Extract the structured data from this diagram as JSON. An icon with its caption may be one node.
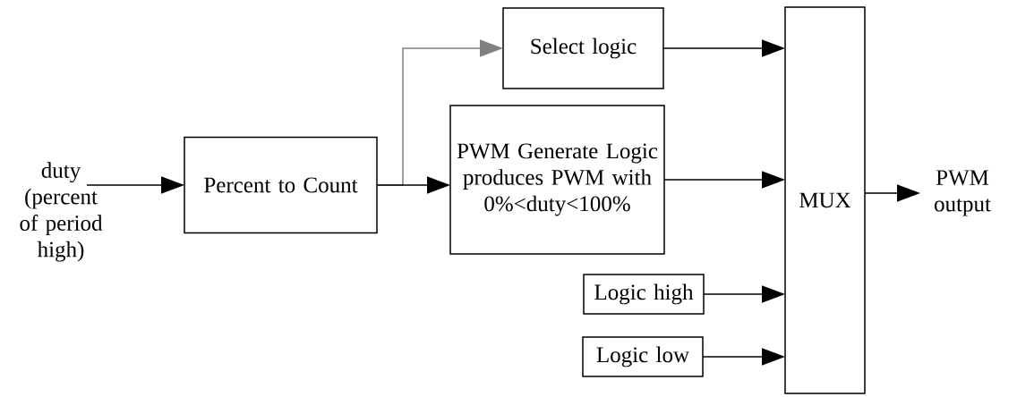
{
  "diagram": {
    "nodes": [
      {
        "text": [
          "duty (percent of period high)"
        ]
      },
      {
        "text": [
          "Percent to Count"
        ]
      },
      {
        "text": [
          "Select logic"
        ]
      },
      {
        "text": [
          "PWM Generate Logic produces PWM with 0%<duty<100%"
        ]
      },
      {
        "text": [
          "Logic high"
        ]
      },
      {
        "text": [
          "Logic low"
        ]
      },
      {
        "text": [
          "MUX"
        ]
      },
      {
        "text": [
          "PWM output"
        ]
      }
    ],
    "edges": [
      {
        "from": 0,
        "to": 1,
        "arrow": "to"
      },
      {
        "from": 1,
        "to": 2,
        "arrow": "to",
        "color": "#808080"
      },
      {
        "from": 1,
        "to": 3,
        "arrow": "to"
      },
      {
        "from": 2,
        "to": 6,
        "arrow": "to"
      },
      {
        "from": 3,
        "to": 6,
        "arrow": "to"
      },
      {
        "from": 4,
        "to": 6,
        "arrow": "to"
      },
      {
        "from": 5,
        "to": 6,
        "arrow": "to"
      },
      {
        "from": 6,
        "to": 7,
        "arrow": "to"
      }
    ]
  }
}
